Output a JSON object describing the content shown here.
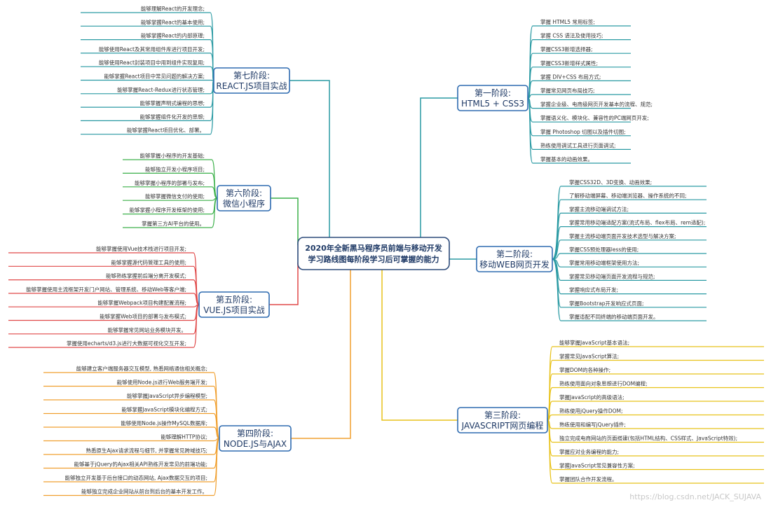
{
  "center": {
    "line1": "2020年全新黑马程序员前端与移动开发",
    "line2": "学习路线图每阶段学习后可掌握的能力"
  },
  "colors": {
    "blue": "#2e6bb0",
    "teal": "#2a9aa3",
    "orange": "#f0a030",
    "gold": "#e8c21a",
    "red": "#e04848",
    "green": "#3cb04a",
    "navy": "#2c4a7a"
  },
  "stages": [
    {
      "key": "s1",
      "line1": "第一阶段:",
      "line2": "HTML5 + CSS3",
      "color": "teal",
      "items": [
        "掌握 HTML5 常用标签;",
        "掌握 CSS 语法及使用技巧;",
        "掌握CSS3新增选择器;",
        "掌握CSS3新增样式属性;",
        "掌握 DIV+CSS 布局方式;",
        "掌握常见网页布局技巧;",
        "掌握企业级、电商级网页开发基本的流程、规范;",
        "掌握语义化、模块化、兼容性的PC端网页开发;",
        "掌握 Photoshop 切图以及插件切图;",
        "熟练使用调试工具进行页面调试;",
        "掌握基本的动画效果。"
      ]
    },
    {
      "key": "s2",
      "line1": "第二阶段:",
      "line2": "移动WEB网页开发",
      "color": "teal",
      "items": [
        "掌握CSS32D、3D变换、动画效果;",
        "了解移动端屏幕、移动端浏览器、操作系统的不同;",
        "掌握主流移动端调试方法;",
        "掌握常用移动端适配方案(流式布局、flex布局、rem适配);",
        "掌握主流移动端页面开发技术选型与解决方案;",
        "掌握CSS预处理器less的使用;",
        "掌握常用移动端框架使用方法;",
        "掌握常见移动端页面开发流程与规范;",
        "掌握响应式布局开发;",
        "掌握Bootstrap开发响应式页面;",
        "掌握适配不同终端的移动端页面开发。"
      ]
    },
    {
      "key": "s3",
      "line1": "第三阶段:",
      "line2": "JAVASCRIPT网页编程",
      "color": "gold",
      "items": [
        "能够掌握JavaScript基本语法;",
        "掌握常见JavaScript算法;",
        "掌握DOM的各种操作;",
        "熟练使用面向对象思想进行DOM编程;",
        "掌握JavaScript的高级语法;",
        "熟练使用jQuery操作DOM;",
        "熟练使用和编写jQuery插件;",
        "独立完成电商网站的页面搭建(包括HTML结构、CSS样式、JavaScript特效);",
        "掌握应对业务编程的能力;",
        "掌握JavaScript常见兼容性方案;",
        "掌握团队合作开发流程。"
      ]
    },
    {
      "key": "s4",
      "line1": "第四阶段:",
      "line2": "NODE.JS与AJAX",
      "color": "orange",
      "items": [
        "能够建立客户端服务器交互模型, 熟悉网络通信相关概念;",
        "能够使用Node.js进行Web服务端开发;",
        "能够掌握JavaScript异步编程模型;",
        "能够掌握JavaScript模块化编程方式;",
        "能够使用Node.js操作MySQL数据库;",
        "能够理解HTTP协议;",
        "熟悉原生Ajax请求流程与细节, 并掌握常见跨域技巧;",
        "能够基于jQuery的Ajax相关API熟练开发常见的前端功能;",
        "能够独立开发基于后台接口的动态网站, Ajax数据交互的项目;",
        "能够独立完成企业网站从前台到后台的基本开发工作。"
      ]
    },
    {
      "key": "s5",
      "line1": "第五阶段:",
      "line2": "VUE.JS项目实战",
      "color": "red",
      "items": [
        "能够掌握使用Vue技术栈进行项目开发;",
        "能够掌握源代码管理工具的使用;",
        "能够熟练掌握前后端分离开发模式;",
        "能够掌握使用主流框架开发门户网站、管理系统、移动Web等客户端;",
        "能够掌握Webpack项目构建配置流程;",
        "能够掌握Web项目的部署与发布模式;",
        "能够掌握常见网站业务模块开发。",
        "掌握使用echarts/d3.js进行大数据可视化交互开发;"
      ]
    },
    {
      "key": "s6",
      "line1": "第六阶段:",
      "line2": "微信小程序",
      "color": "green",
      "items": [
        "能够掌握小程序的开发基础;",
        "能够独立开发小程序项目;",
        "能够掌握小程序的部署与发布;",
        "能够掌握微信支付的使用;",
        "能够掌握小程序开发框架的使用;",
        "掌握第三方AI平台的使用。"
      ]
    },
    {
      "key": "s7",
      "line1": "第七阶段:",
      "line2": "REACT.JS项目实战",
      "color": "teal",
      "items": [
        "能够理解React的开发理念;",
        "能够掌握React的基本使用;",
        "能够掌握React的内部原理;",
        "能够使用React及其常用组件库进行项目开发;",
        "能够使用React封装项目中用到组件实现复用;",
        "能够掌握React项目中常见问题的解决方案;",
        "能够掌握React-Redux进行状态管理;",
        "能够掌握声明式编程的思想;",
        "能够掌握组件化开发的思想;",
        "能够掌握React项目优化、部署。"
      ]
    }
  ],
  "watermark": "https://blog.csdn.net/JACK_SUJAVA"
}
